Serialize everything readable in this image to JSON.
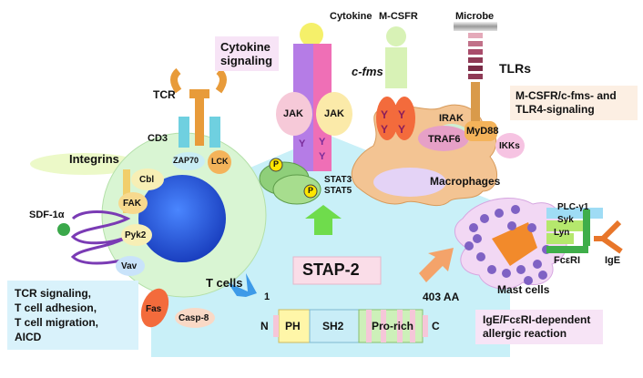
{
  "labels": {
    "cytokine": "Cytokine",
    "mcsfr": "M-CSFR",
    "microbe": "Microbe",
    "cytokine_signaling": [
      "Cytokine",
      "signaling"
    ],
    "c_fms": "c-fms",
    "tlrs": "TLRs",
    "tcr": "TCR",
    "cd3": "CD3",
    "zap70": "ZAP70",
    "lck": "LCK",
    "integrins": "Integrins",
    "cbl": "Cbl",
    "fak": "FAK",
    "sdf1a": "SDF-1α",
    "pyk2": "Pyk2",
    "vav": "Vav",
    "t_cells": "T cells",
    "fas": "Fas",
    "casp8": "Casp-8",
    "jak_left": "JAK",
    "jak_right": "JAK",
    "tyr": "Y",
    "phospho": "P",
    "stat3": "STAT3",
    "stat5": "STAT5",
    "irak": "IRAK",
    "traf6": "TRAF6",
    "myd88": "MyD88",
    "ikks": "IKKs",
    "macrophages": "Macrophages",
    "mcsfr_tlr4_box": [
      "M-CSFR/c-fms- and",
      "TLR4-signaling"
    ],
    "stap2": "STAP-2",
    "domain_n": "N",
    "domain_ph": "PH",
    "domain_sh2": "SH2",
    "domain_prorich": "Pro-rich",
    "domain_c": "C",
    "residue_start": "1",
    "residue_end": "403 AA",
    "plc_g1": "PLC-γ1",
    "syk": "Syk",
    "lyn": "Lyn",
    "fceri": "FcεRI",
    "ige": "IgE",
    "mast_cells": "Mast cells",
    "tcell_box": [
      "TCR signaling,",
      "T cell adhesion,",
      "T cell migration,",
      "AICD"
    ],
    "allergy_box": [
      "IgE/FcεRI-dependent",
      "allergic reaction"
    ]
  },
  "colors": {
    "pentagon": "#c9f0f8",
    "t_cell_body": "#d9f5d3",
    "t_cell_nucleus": "#1f55d8",
    "macrophage": "#f3c493",
    "mast_cell": "#f2d8f4",
    "mast_granule": "#7f62c4",
    "arrow_blue": "#3d9ae8",
    "arrow_green": "#6fdc4c",
    "arrow_orange": "#f4a36a",
    "stap2_box": "#fadde8",
    "info_blue": "#d9f2fb",
    "info_pink": "#f7e4f6",
    "info_peach": "#fcefe3"
  }
}
